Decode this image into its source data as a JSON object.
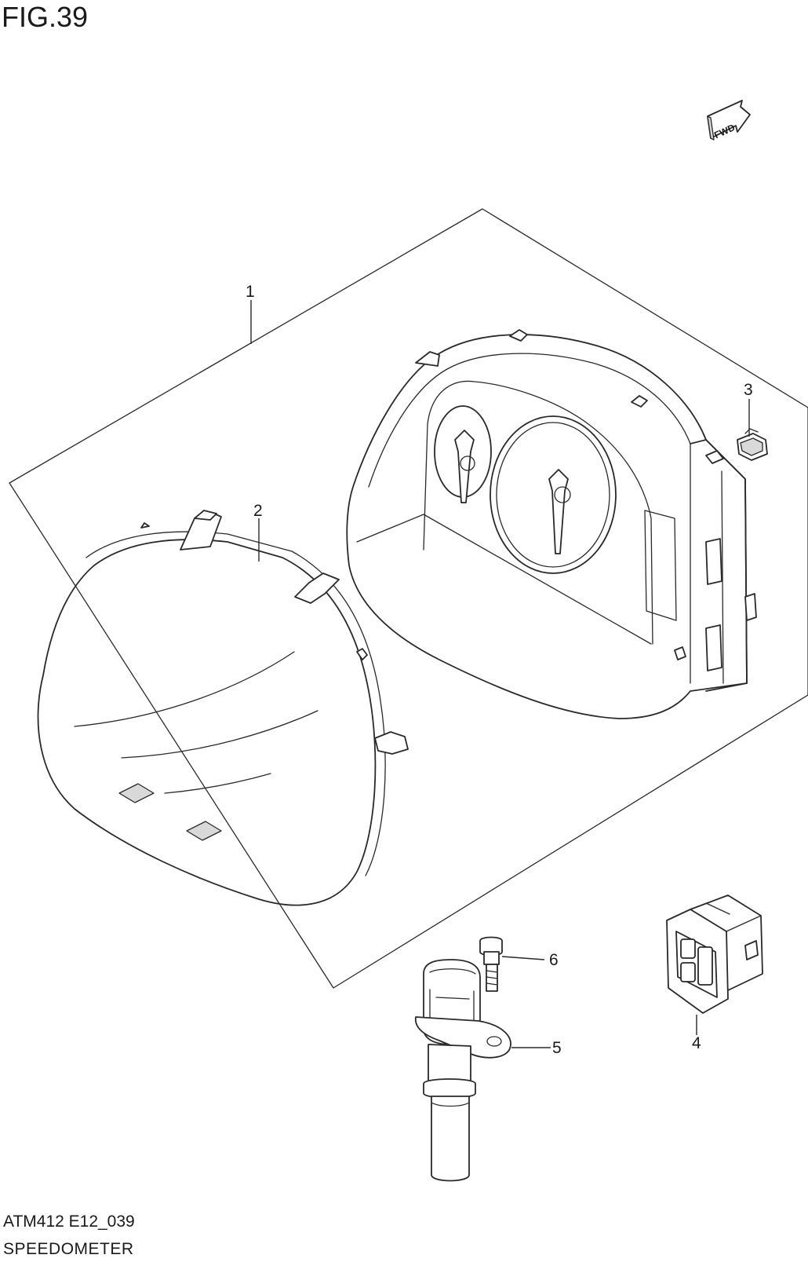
{
  "figure": {
    "title": "FIG.39",
    "code": "ATM412 E12_039",
    "section": "SPEEDOMETER"
  },
  "direction_marker": {
    "label": "FWD",
    "icon": "fwd-arrow-icon"
  },
  "callouts": [
    {
      "number": "1"
    },
    {
      "number": "2"
    },
    {
      "number": "3"
    },
    {
      "number": "4"
    },
    {
      "number": "5"
    },
    {
      "number": "6"
    }
  ]
}
